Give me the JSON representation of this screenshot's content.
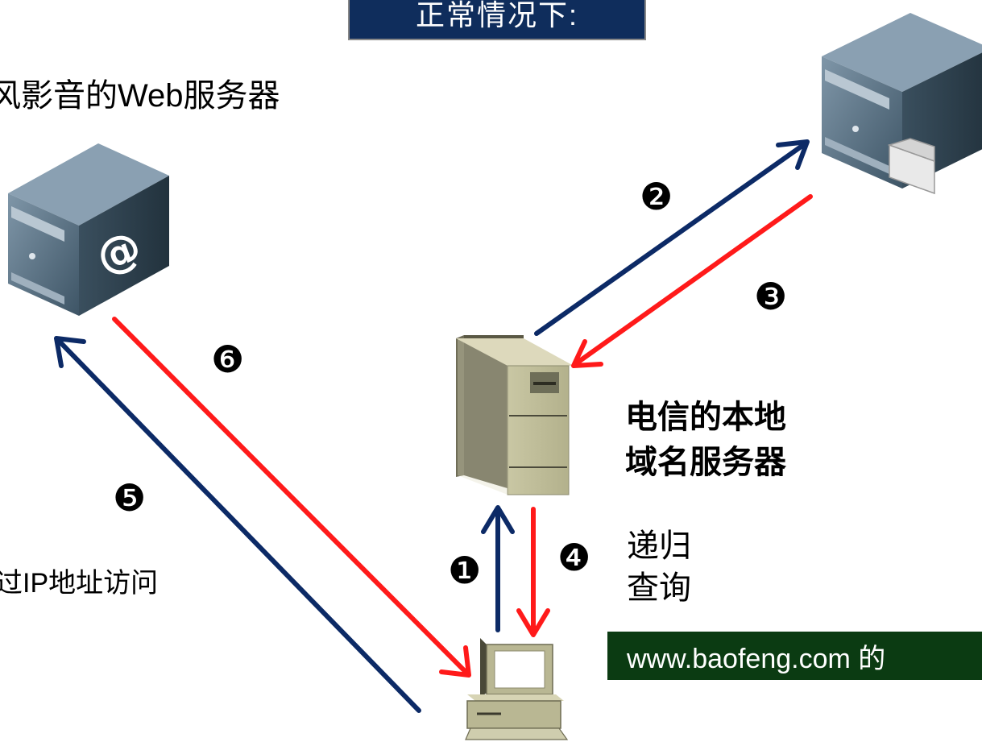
{
  "title": "正常情况下:",
  "labels": {
    "web_server": "风影音的Web服务器",
    "local_dns": [
      "电信的本地",
      "域名服务器"
    ],
    "recursive_query": [
      "递归",
      "查询"
    ],
    "ip_access": "过IP地址访问",
    "domain_result": "www.baofeng.com 的"
  },
  "steps": {
    "s1": "❶",
    "s2": "❷",
    "s3": "❸",
    "s4": "❹",
    "s5": "❺",
    "s6": "❻"
  },
  "icons": {
    "web_server": "web-server-icon",
    "dns_root_server": "dns-server-icon",
    "local_dns_server": "local-dns-server-icon",
    "client": "client-computer-icon"
  },
  "colors": {
    "request_arrow": "#0c2a66",
    "response_arrow": "#ff1a1a",
    "title_bg": "#0f2d5c",
    "result_bg": "#0b3b12"
  }
}
